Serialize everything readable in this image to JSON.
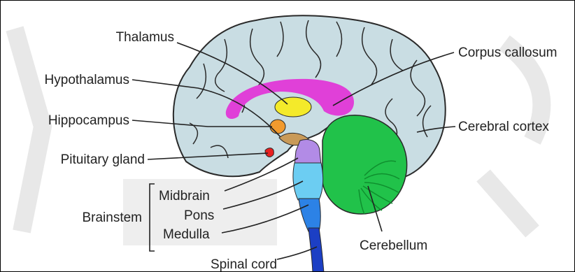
{
  "labels": {
    "thalamus": "Thalamus",
    "hypothalamus": "Hypothalamus",
    "hippocampus": "Hippocampus",
    "pituitary": "Pituitary gland",
    "brainstem": "Brainstem",
    "midbrain": "Midbrain",
    "pons": "Pons",
    "medulla": "Medulla",
    "spinal_cord": "Spinal cord",
    "corpus_callosum": "Corpus callosum",
    "cerebral_cortex": "Cerebral cortex",
    "cerebellum": "Cerebellum"
  },
  "colors": {
    "cortex": "#c9dde3",
    "cortex_outline": "#2a2a2a",
    "corpus_callosum": "#e040d8",
    "thalamus": "#f4ea2a",
    "hippocampus": "#f19a2e",
    "hypothalamus": "#c99a58",
    "pituitary": "#e82020",
    "midbrain": "#b28be6",
    "pons": "#6ccdf2",
    "medulla": "#2c82e6",
    "spinal_cord": "#1c3fc4",
    "cerebellum": "#21c24a",
    "cerebellum_dark": "#0f8f2e"
  }
}
